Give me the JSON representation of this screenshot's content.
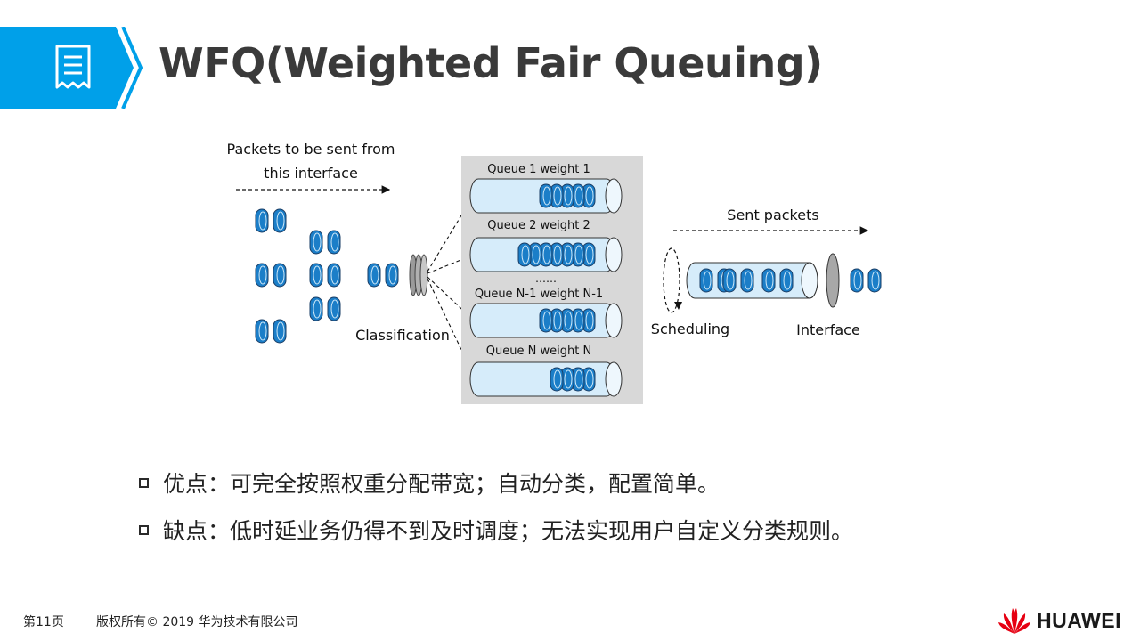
{
  "title": "WFQ(Weighted Fair Queuing)",
  "diagram": {
    "incoming_label_line1": "Packets to be sent from",
    "incoming_label_line2": "this interface",
    "classification_label": "Classification",
    "queues": [
      {
        "label": "Queue 1 weight  1",
        "packets": 5
      },
      {
        "label": "Queue 2 weight  2",
        "packets": 7
      },
      {
        "label": "Queue N-1 weight  N-1",
        "packets": 5
      },
      {
        "label": "Queue N weight  N",
        "packets": 4
      }
    ],
    "ellipsis": "……",
    "sent_label": "Sent packets",
    "scheduling_label": "Scheduling",
    "interface_label": "Interface",
    "colors": {
      "packet": "#1b7ec8",
      "packet_stroke": "#1a3e66",
      "panel": "#d8d8d8",
      "queue_fill": "#d6ecfa",
      "accent": "#00a0e9"
    }
  },
  "bullets": [
    {
      "text": "优点：可完全按照权重分配带宽；自动分类，配置简单。"
    },
    {
      "text": "缺点：低时延业务仍得不到及时调度；无法实现用户自定义分类规则。"
    }
  ],
  "footer": {
    "page": "第11页",
    "copyright": "版权所有© 2019 华为技术有限公司",
    "brand": "HUAWEI"
  }
}
